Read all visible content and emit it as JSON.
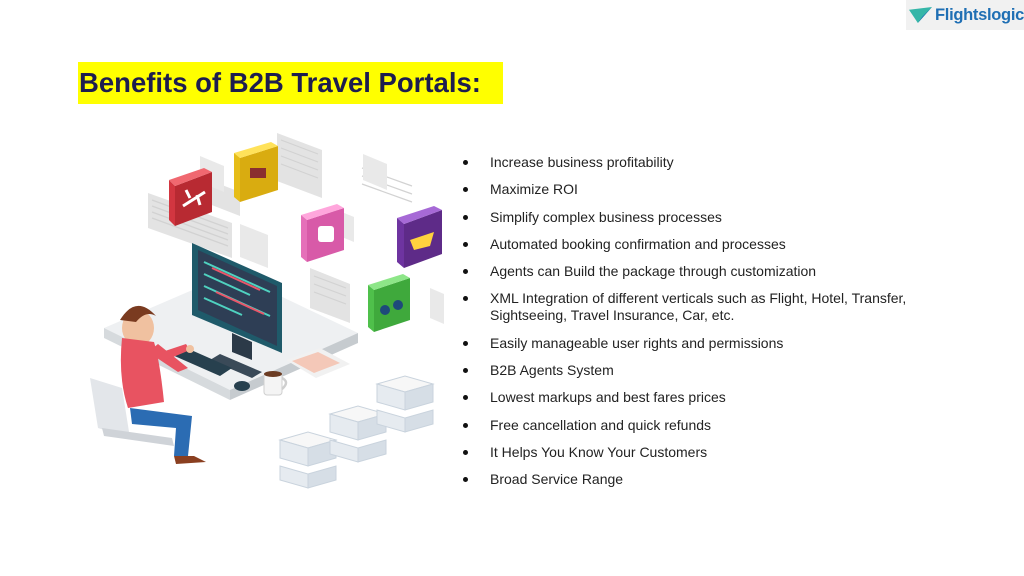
{
  "logo": {
    "text": "Flightslogic"
  },
  "slide": {
    "title": "Benefits of B2B Travel Portals:",
    "bullets": [
      "Increase business profitability",
      "Maximize ROI",
      "Simplify complex business processes",
      "Automated booking confirmation and processes",
      "Agents can Build the package through customization",
      "XML Integration of different verticals such as Flight, Hotel, Transfer, Sightseeing, Travel Insurance, Car, etc.",
      "Easily manageable user rights and permissions",
      "B2B Agents System",
      "Lowest markups and best fares prices",
      "Free cancellation and quick refunds",
      "It Helps You Know Your Customers",
      "Broad Service Range"
    ]
  },
  "illustration": {
    "icons": [
      "bed-icon",
      "airplane-icon",
      "bus-icon",
      "ship-icon",
      "binoculars-icon"
    ],
    "colors": {
      "yellow": "#f6cf1e",
      "red": "#e8424a",
      "pink": "#f07bc8",
      "purple": "#7e40b0",
      "green": "#5fcf5a",
      "shirt": "#e85361",
      "monitor": "#1f5a6a"
    }
  }
}
